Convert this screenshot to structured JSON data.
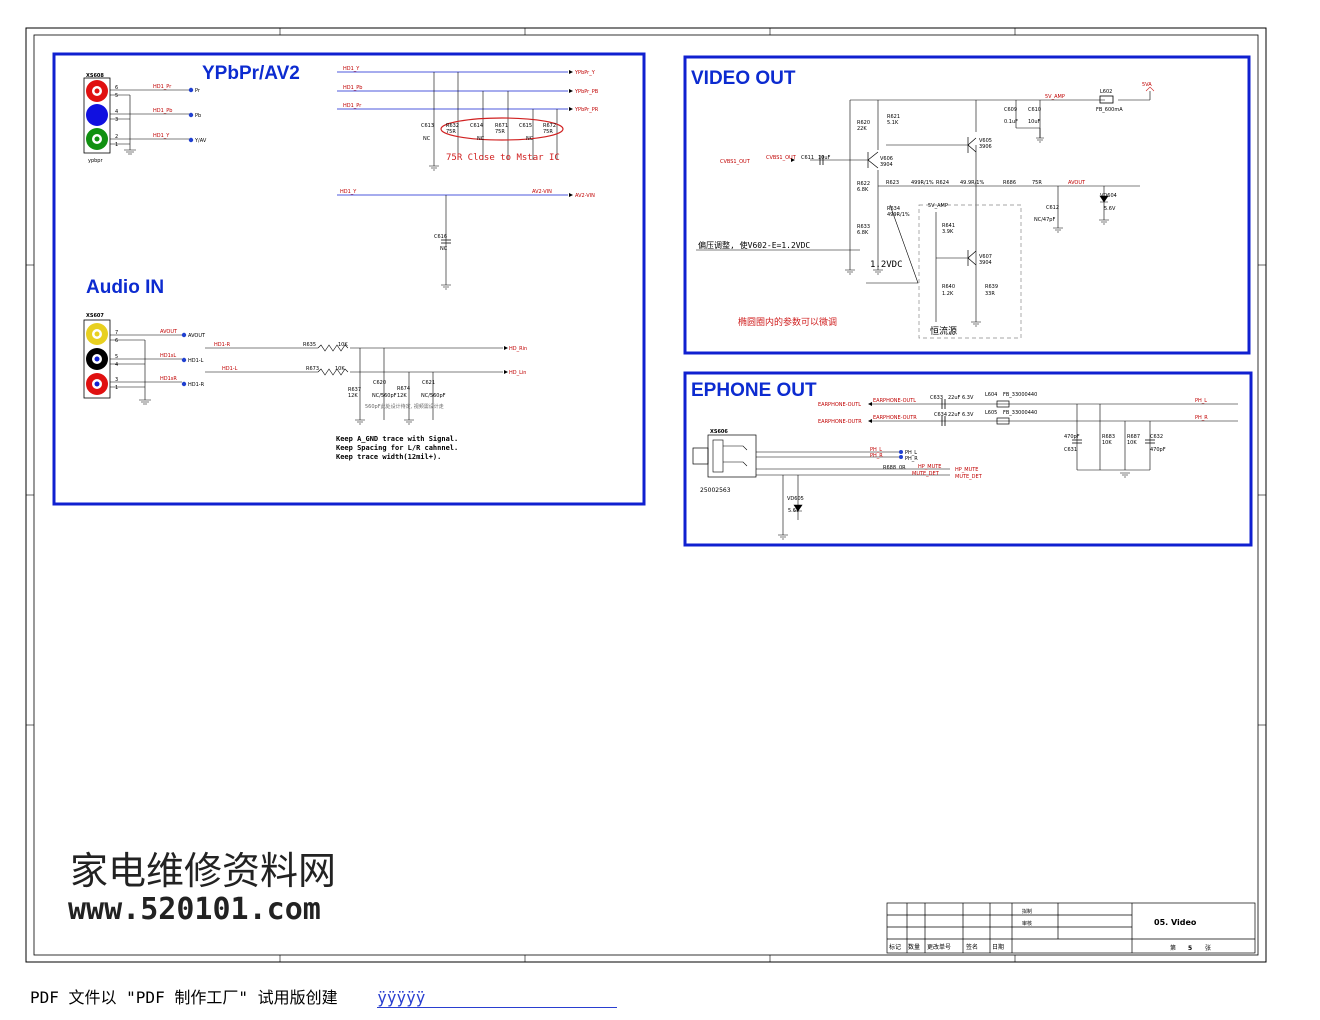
{
  "sections": {
    "ypbpr": "YPbPr/AV2",
    "audio_in": "Audio IN",
    "video_out": "VIDEO OUT",
    "ephone_out": "EPHONE OUT"
  },
  "ypbpr": {
    "connector": "XS608",
    "connector_label": "ypbpr",
    "nets": [
      "HD1_Pr",
      "HD1_Pb",
      "HD1_Y"
    ],
    "ports": [
      "Pr",
      "Pb",
      "Y/AV"
    ],
    "bus": [
      "HD1_Y",
      "HD1_Pb",
      "HD1_Pr"
    ],
    "outputs": [
      "YPbPr_Y",
      "YPbPr_PB",
      "YPbPr_PR"
    ],
    "components": [
      "C613",
      "R632",
      "C614",
      "R671",
      "C615",
      "R672"
    ],
    "values": [
      "NC",
      "75R",
      "NC",
      "75R",
      "NC",
      "75R"
    ],
    "note": "75R Close to Mstar IC",
    "av2_net": "HD1_Y",
    "av2_out": "AV2-VIN",
    "c616": "C616",
    "c616_val": "NC"
  },
  "audio": {
    "connector": "XS607",
    "pins": [
      "AVOUT",
      "HD1-L",
      "HD1-R"
    ],
    "nets": [
      "AVOUT",
      "HD1sL",
      "HD1sR"
    ],
    "r_net": "HD1-R",
    "l_net": "HD1-L",
    "r635": "R635",
    "r635_val": "10K",
    "r673": "R673",
    "r673_val": "10K",
    "hd_r": "HD_Rin",
    "hd_l": "HD_Lin",
    "r637": "R637",
    "r637_val": "12K",
    "c620": "C620",
    "c620_val": "NC/560pF",
    "r674": "R674",
    "r674_val": "12K",
    "c621": "C621",
    "c621_val": "NC/560pF",
    "small_note": "560pF此处设计待定, 视频需设计走",
    "notes": [
      "Keep A_GND trace with Signal.",
      "Keep Spacing for L/R cahnnel.",
      "Keep trace width(12mil+)."
    ]
  },
  "video": {
    "cvbs_in": "CVBS1_OUT",
    "cvbs_net": "CVBS1_OUT",
    "c611": "C611",
    "c611_val": "10uF",
    "r620": "R620",
    "r620_val": "22K",
    "r621": "R621",
    "r621_val": "5.1K",
    "r622": "R622",
    "r622_val": "6.8K",
    "r633": "R633",
    "r633_val": "6.8K",
    "r634": "R634",
    "r634_val": "499R/1%",
    "r623": "R623",
    "r623_val": "499R/1%",
    "r624": "R624",
    "r624_val": "49.9R/1%",
    "r686": "R686",
    "r686_val": "75R",
    "v605": "V605",
    "v605_val": "3906",
    "v606": "V606",
    "v606_val": "3904",
    "v607": "V607",
    "v607_val": "3904",
    "c609": "C609",
    "c609_val": "0.1uF",
    "c610": "C610",
    "c610_val": "10uF",
    "l602": "L602",
    "l602_val": "FB_600mA",
    "amp": "5V_AMP",
    "supply": "5VA",
    "avout": "AVOUT",
    "c612": "C612",
    "c612_val": "NC/47pF",
    "vd604": "VD604",
    "vd604_val": "5.6V",
    "r641": "R641",
    "r641_val": "3.9K",
    "r640": "R640",
    "r640_val": "1.2K",
    "r639": "R639",
    "r639_val": "33R",
    "amp2": "5V_AMP",
    "bias_note": "偏压调整, 使V602-E=1.2VDC",
    "vdc": "1.2VDC",
    "ellipse_note": "椭圆圈内的参数可以微调",
    "cc_note": "恒流源"
  },
  "ephone": {
    "outl": "EARPHONE-OUTL",
    "outr": "EARPHONE-OUTR",
    "c633": "C633",
    "c633_val": "22uF 6.3V",
    "c634": "C634",
    "c634_val": "22uF 6.3V",
    "l604": "L604",
    "l604_val": "FB_33000440",
    "l605": "L605",
    "l605_val": "FB_33000440",
    "phl": "PH_L",
    "phr": "PH_R",
    "connector": "XS606",
    "part": "25002563",
    "c631": "C631",
    "c631_val": "470pF",
    "r683": "R683",
    "r683_val": "10K",
    "r687": "R687",
    "r687_val": "10K",
    "c632": "C632",
    "c632_val": "470pF",
    "ph_l_in": "PH_L",
    "ph_r_in": "PH_R",
    "r688": "R688",
    "r688_val": "0R",
    "hp_mute": "HP_MUTE",
    "mute_det": "MUTE_DET",
    "vd605": "VD605",
    "vd605_val": "5.6V"
  },
  "watermark": {
    "title": "家电维修资料网",
    "url": "www.520101.com"
  },
  "titleblock": {
    "drawn": "拟制",
    "checked": "审核",
    "sheet_title": "05. Video",
    "cols": [
      "标记",
      "数量",
      "更改单号",
      "签名",
      "日期"
    ],
    "page_prefix": "第",
    "page_no": "5",
    "page_suffix": "张"
  },
  "footer": {
    "text": "PDF 文件以 \"PDF 制作工厂\" 试用版创建",
    "link": "ÿÿÿÿÿ"
  }
}
